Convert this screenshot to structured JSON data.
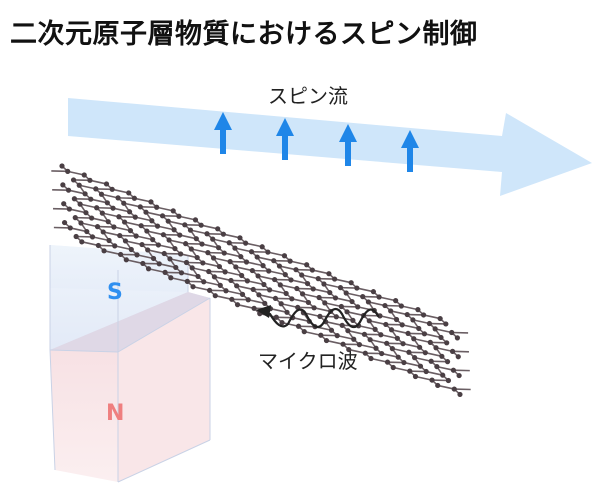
{
  "title": "二次元原子層物質におけるスピン制御",
  "labels": {
    "spin_current": "スピン流",
    "microwave": "マイクロ波"
  },
  "magnet": {
    "south": "S",
    "north": "N"
  },
  "colors": {
    "arrow_band": "#cfe6fa",
    "spin_arrow": "#1f86e8",
    "south": "#2f8ff0",
    "north": "#ef7f7f",
    "atom": "#4a3f44",
    "bond": "#6a5e63"
  }
}
